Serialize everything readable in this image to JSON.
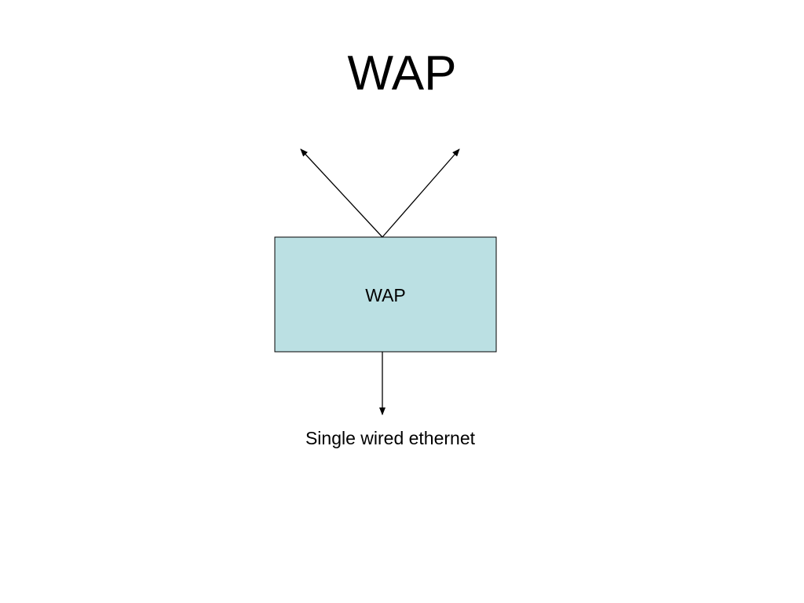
{
  "slide": {
    "title": "WAP"
  },
  "diagram": {
    "box_label": "WAP",
    "output_label": "Single wired ethernet",
    "box_fill": "#bbe0e3",
    "line_color": "#000000"
  }
}
